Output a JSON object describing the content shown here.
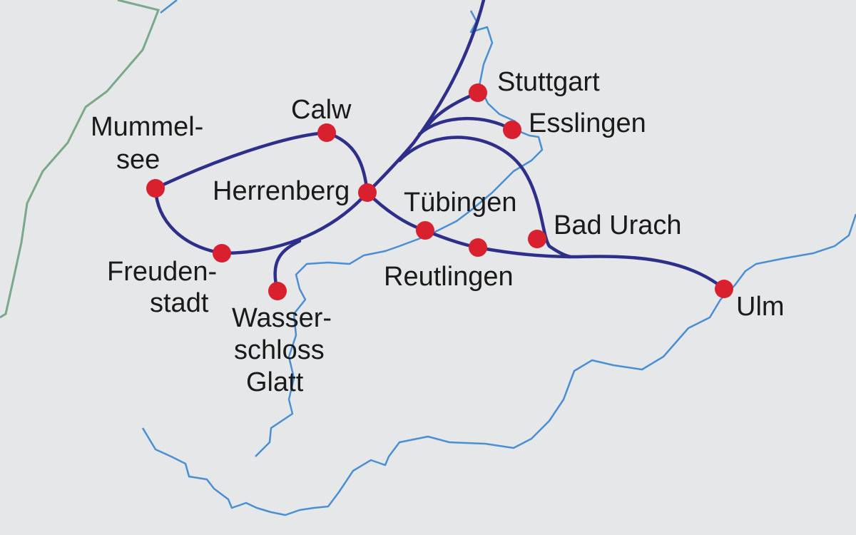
{
  "colors": {
    "background": "#e6e7e9",
    "route": "#2e2f8a",
    "city_marker": "#d8202f",
    "river": "#4a8fd4",
    "border": "#7aa88a"
  },
  "cities": {
    "stuttgart": "Stuttgart",
    "esslingen": "Esslingen",
    "calw": "Calw",
    "mummelsee": {
      "line1": "Mummel-",
      "line2": "see"
    },
    "herrenberg": "Herrenberg",
    "tuebingen": "Tübingen",
    "bad_urach": "Bad Urach",
    "reutlingen": "Reutlingen",
    "ulm": "Ulm",
    "freudenstadt": {
      "line1": "Freuden-",
      "line2": "stadt"
    },
    "wasserschloss": {
      "line1": "Wasser-",
      "line2": "schloss",
      "line3": "Glatt"
    }
  }
}
